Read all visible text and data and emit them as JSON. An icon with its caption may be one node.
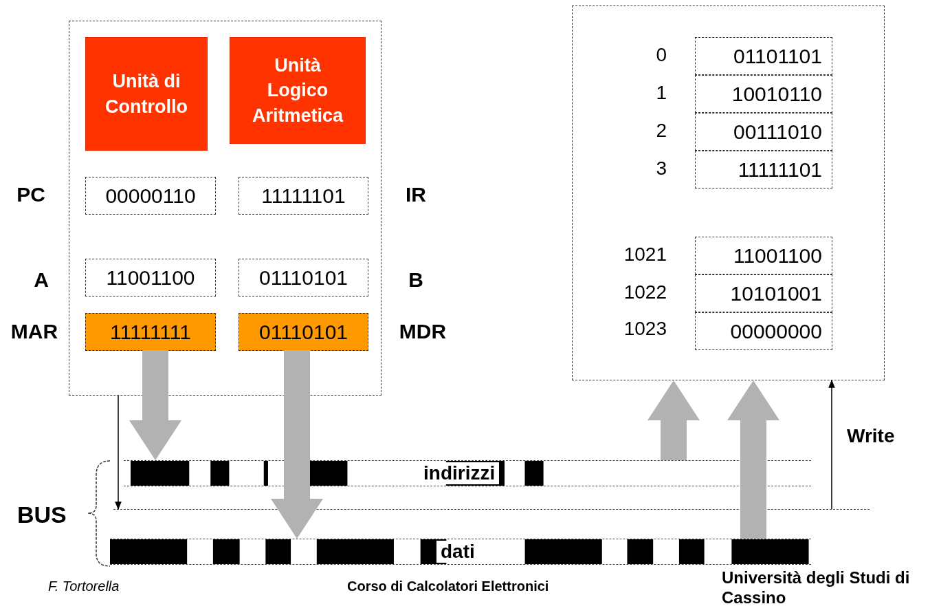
{
  "diagram": {
    "nodes": [
      {
        "text": [],
        "shape": "box"
      },
      {
        "text": [
          "Unità di Controllo"
        ],
        "in": 0
      },
      {
        "text": [
          "Unità Logico Aritmetica"
        ],
        "in": 0
      },
      {
        "text": [
          "00000110"
        ],
        "in": 0,
        "beside": [
          "PC"
        ]
      },
      {
        "text": [
          "11111101"
        ],
        "in": 0,
        "beside": [
          "IR"
        ]
      },
      {
        "text": [
          "11001100"
        ],
        "in": 0,
        "beside": [
          "A"
        ]
      },
      {
        "text": [
          "01110101"
        ],
        "in": 0,
        "beside": [
          "B"
        ]
      },
      {
        "text": [
          "11111111"
        ],
        "in": 0,
        "beside": [
          "MAR"
        ]
      },
      {
        "text": [
          "01110101"
        ],
        "in": 0,
        "beside": [
          "MDR"
        ]
      },
      {
        "text": [],
        "shape": "box"
      },
      {
        "text": [
          "01101101"
        ],
        "in": 9,
        "beside": [
          "0"
        ]
      },
      {
        "text": [
          "10010110"
        ],
        "in": 9,
        "beside": [
          "1"
        ]
      },
      {
        "text": [
          "00111010"
        ],
        "in": 9,
        "beside": [
          "2"
        ]
      },
      {
        "text": [
          "11111101"
        ],
        "in": 9,
        "beside": [
          "3"
        ]
      },
      {
        "text": [
          "11001100"
        ],
        "in": 9,
        "beside": [
          "1021"
        ]
      },
      {
        "text": [
          "10101001"
        ],
        "in": 9,
        "beside": [
          "1022"
        ]
      },
      {
        "text": [
          "00000000"
        ],
        "in": 9,
        "beside": [
          "1023"
        ]
      },
      {
        "text": [
          "indirizzi"
        ]
      },
      {
        "text": [],
        "shape": "bar"
      },
      {
        "text": [
          "dati"
        ]
      }
    ],
    "edges": [
      {
        "from": 7,
        "to": 17,
        "arrow": "to",
        "style": "thick",
        "color": "#b2b2b2"
      },
      {
        "from": 8,
        "to": 19,
        "arrow": "to",
        "style": "thick",
        "color": "#b2b2b2"
      },
      {
        "from": 17,
        "to": 9,
        "arrow": "to",
        "style": "thick",
        "color": "#b2b2b2"
      },
      {
        "from": 19,
        "to": 9,
        "arrow": "to",
        "style": "thick",
        "color": "#b2b2b2"
      },
      {
        "from": 0,
        "to": 18,
        "arrow": "to"
      },
      {
        "from": 18,
        "to": 9,
        "arrow": "to",
        "label": "Write"
      }
    ],
    "labels": [
      "BUS",
      "F. Tortorella",
      "Corso di Calcolatori Elettronici",
      "Università degli Studi di Cassino"
    ]
  }
}
